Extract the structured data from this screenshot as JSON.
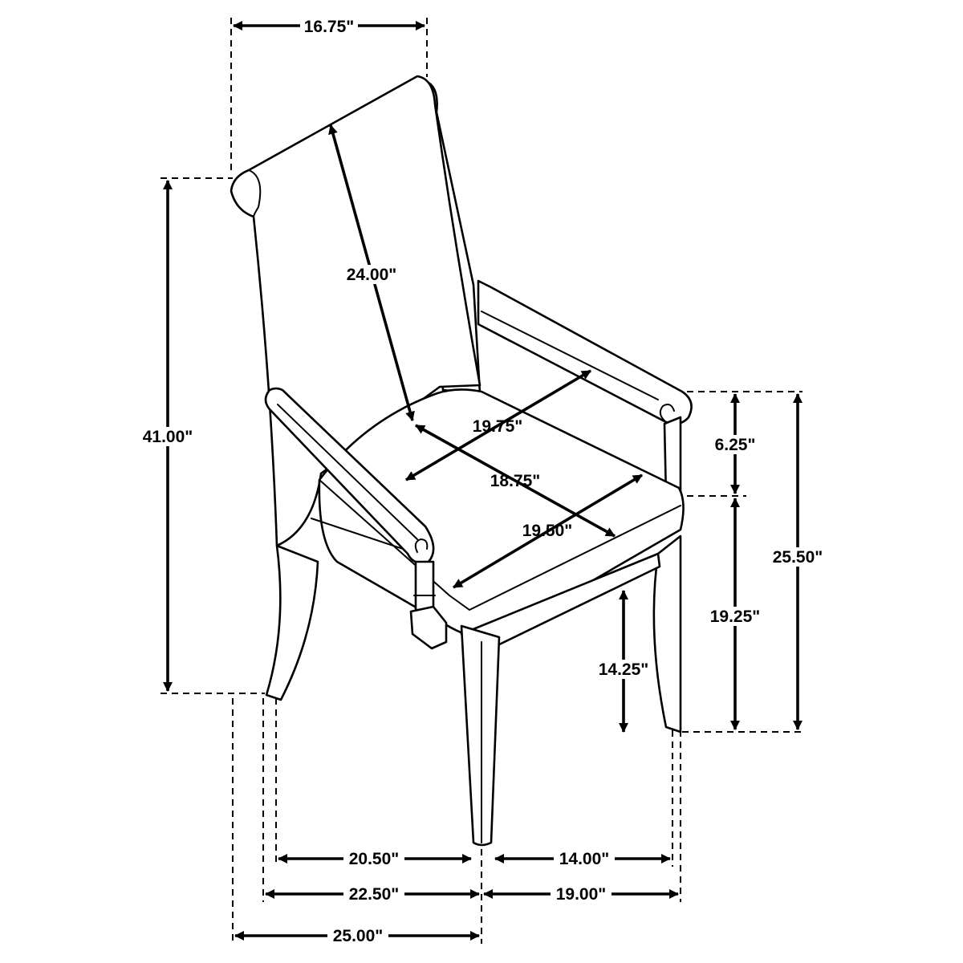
{
  "diagram": {
    "colors": {
      "line": "#000000",
      "background": "#ffffff"
    },
    "dimensions": {
      "top_width": "16.75\"",
      "back_height": "24.00\"",
      "overall_height": "41.00\"",
      "seat_depth": "19.75\"",
      "seat_diagonal": "18.75\"",
      "seat_width": "19.50\"",
      "arm_height_above_seat": "6.25\"",
      "arm_height": "25.50\"",
      "seat_height": "19.25\"",
      "apron_clearance": "14.25\"",
      "inner_side_left": "20.50\"",
      "inner_side_right": "14.00\"",
      "outer_side_left": "22.50\"",
      "outer_side_right": "19.00\"",
      "overall_depth": "25.00\""
    }
  }
}
